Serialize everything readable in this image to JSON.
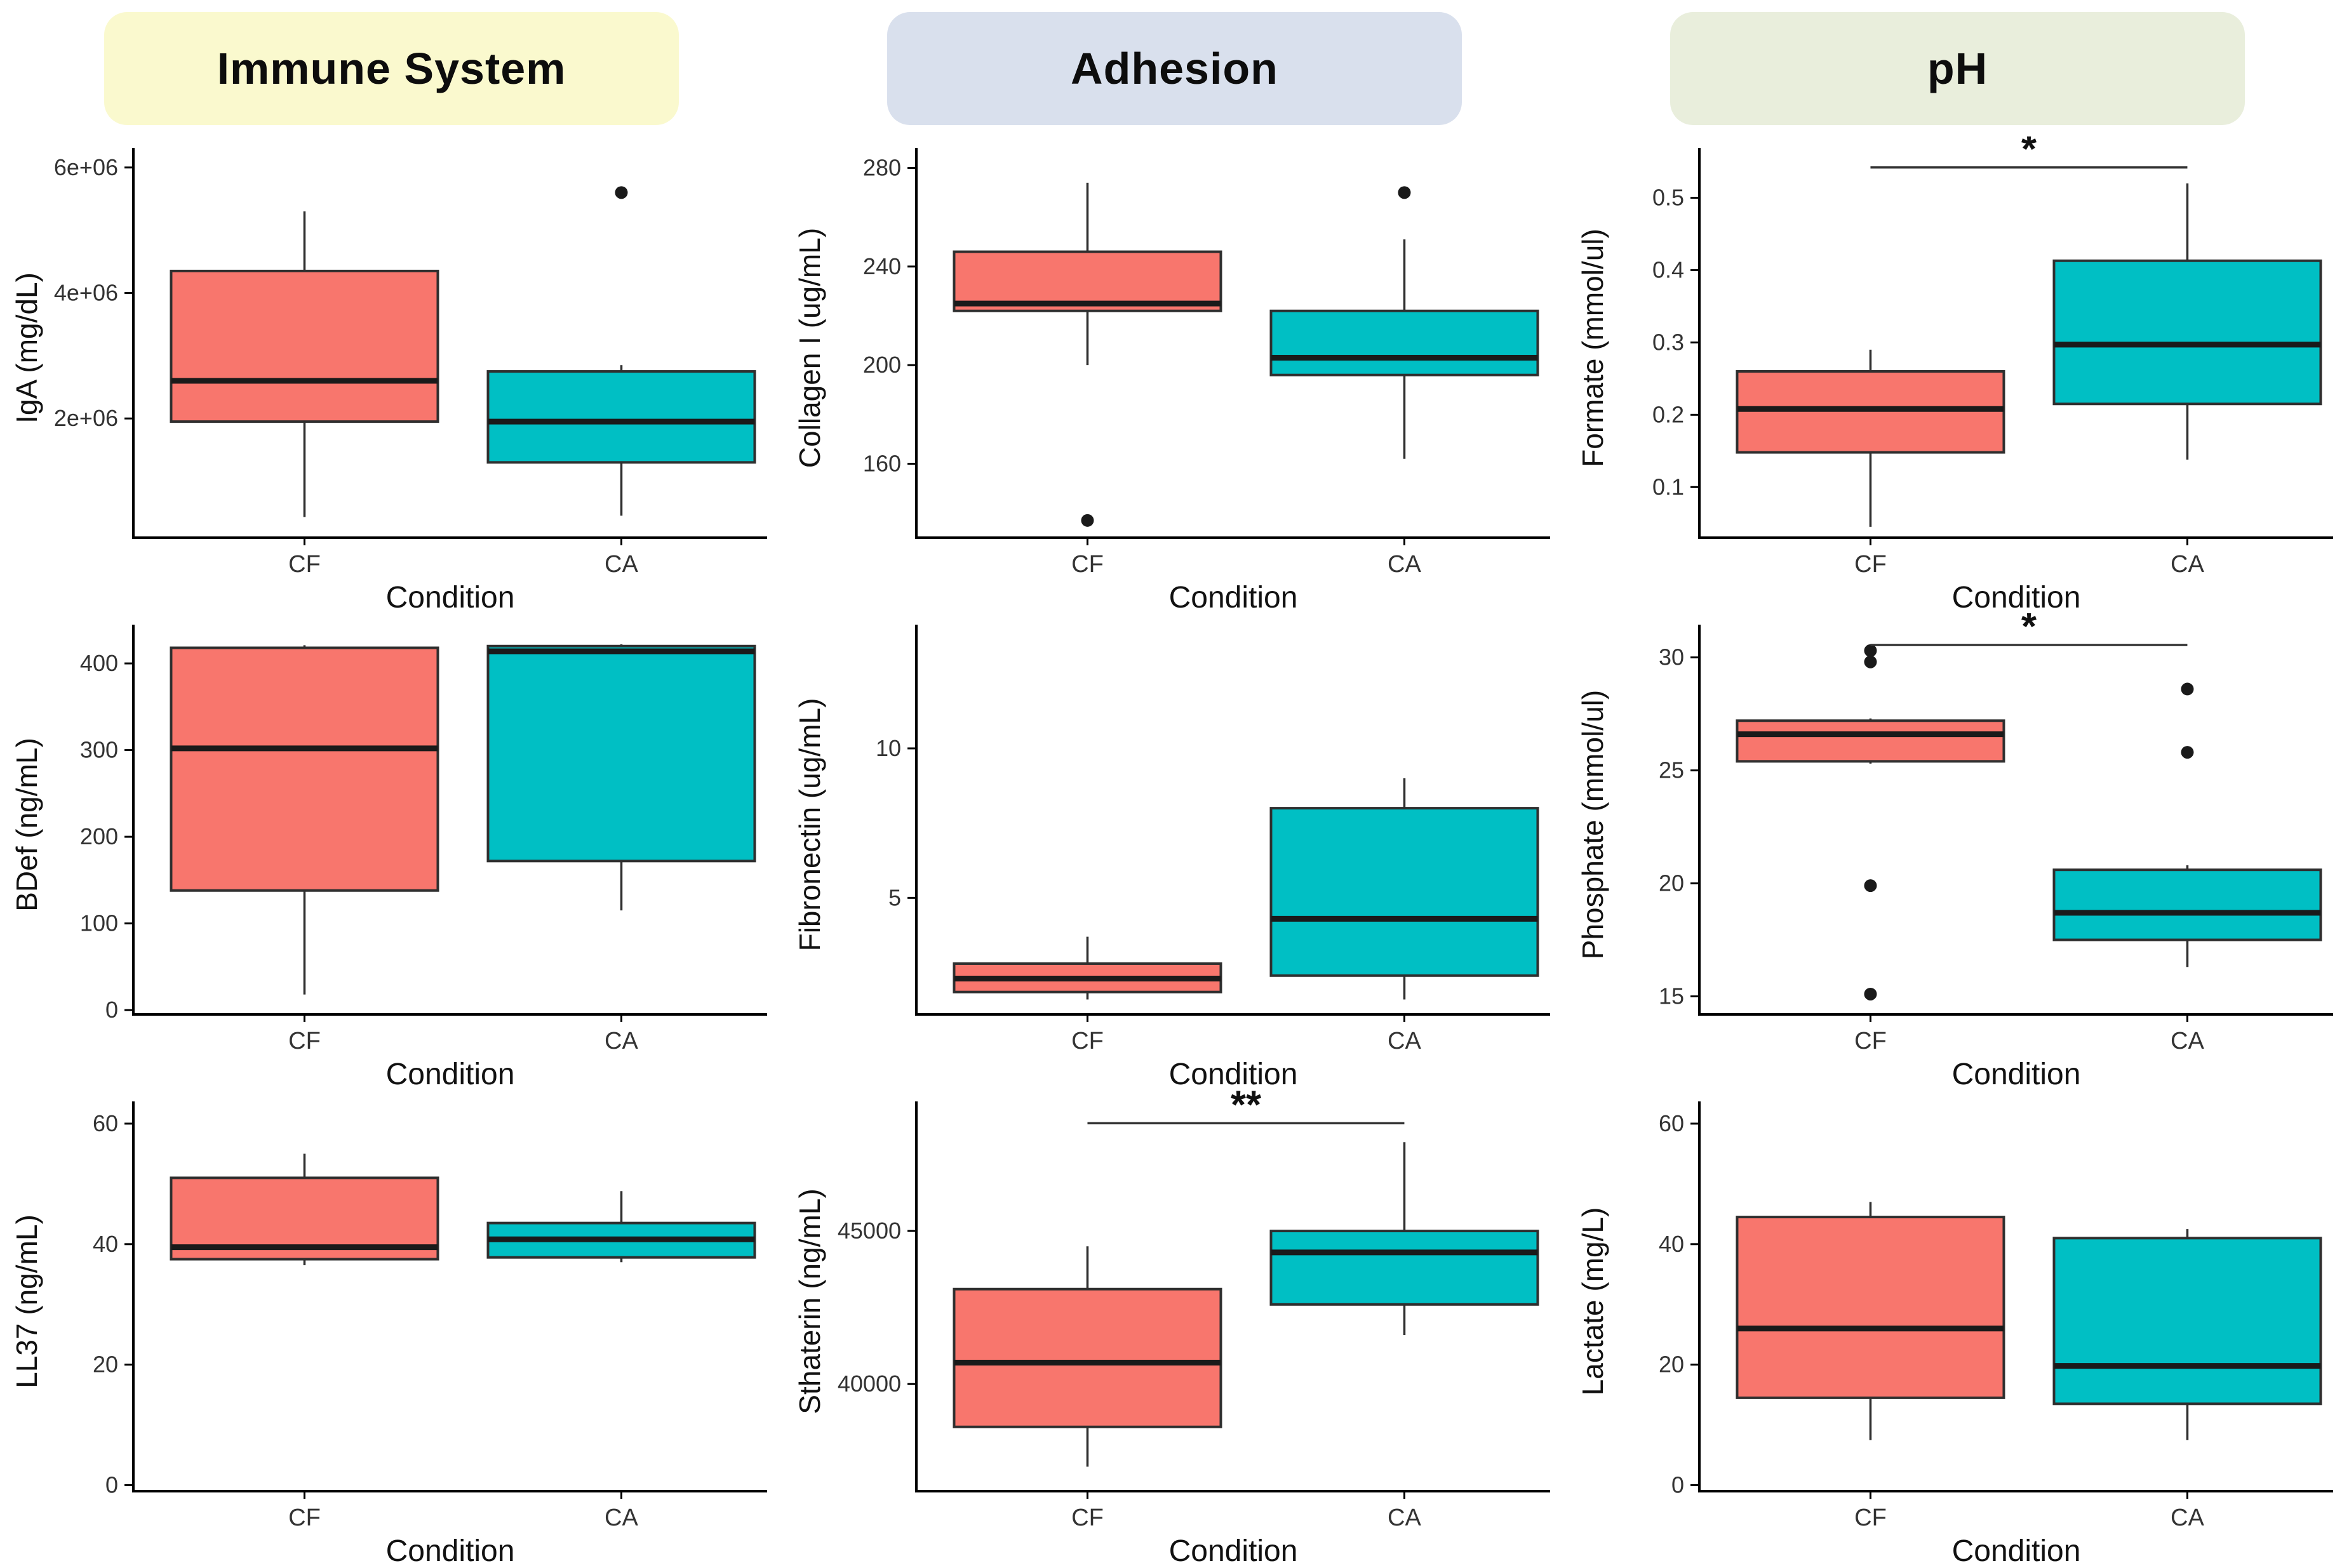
{
  "figure": {
    "x_axis_label": "Condition",
    "categories": [
      "CF",
      "CA"
    ],
    "colors": {
      "cf_fill": "#F8766D",
      "ca_fill": "#00BFC4",
      "box_stroke": "#2F2F2F",
      "median": "#1A1A1A",
      "axis": "#000000",
      "outlier": "#1A1A1A",
      "tick_text": "#333333",
      "title_text": "#111111"
    },
    "headers": [
      {
        "label": "Immune System",
        "bg": "#FAF9CE"
      },
      {
        "label": "Adhesion",
        "bg": "#D9E0ED"
      },
      {
        "label": "pH",
        "bg": "#E9EEDC"
      }
    ]
  },
  "chart_data": [
    {
      "type": "boxplot",
      "ylabel": "IgA (mg/dL)",
      "xlabel": "Condition",
      "categories": [
        "CF",
        "CA"
      ],
      "ylim": [
        100000,
        6150000
      ],
      "yticks": [
        {
          "v": 2000000,
          "label": "2e+06"
        },
        {
          "v": 4000000,
          "label": "4e+06"
        },
        {
          "v": 6000000,
          "label": "6e+06"
        }
      ],
      "significance": null,
      "series": [
        {
          "name": "CF",
          "whisker_low": 430000,
          "q1": 1950000,
          "median": 2600000,
          "q3": 4350000,
          "whisker_high": 5300000,
          "outliers": []
        },
        {
          "name": "CA",
          "whisker_low": 450000,
          "q1": 1300000,
          "median": 1950000,
          "q3": 2750000,
          "whisker_high": 2850000,
          "outliers": [
            5600000
          ]
        }
      ]
    },
    {
      "type": "boxplot",
      "ylabel": "Collagen I (ug/mL)",
      "xlabel": "Condition",
      "categories": [
        "CF",
        "CA"
      ],
      "ylim": [
        130,
        284
      ],
      "yticks": [
        {
          "v": 160,
          "label": "160"
        },
        {
          "v": 200,
          "label": "200"
        },
        {
          "v": 240,
          "label": "240"
        },
        {
          "v": 280,
          "label": "280"
        }
      ],
      "significance": null,
      "series": [
        {
          "name": "CF",
          "whisker_low": 200,
          "q1": 222,
          "median": 225,
          "q3": 246,
          "whisker_high": 274,
          "outliers": [
            137
          ]
        },
        {
          "name": "CA",
          "whisker_low": 162,
          "q1": 196,
          "median": 203,
          "q3": 222,
          "whisker_high": 251,
          "outliers": [
            270
          ]
        }
      ]
    },
    {
      "type": "boxplot",
      "ylabel": "Formate (mmol/ul)",
      "xlabel": "Condition",
      "categories": [
        "CF",
        "CA"
      ],
      "ylim": [
        0.03,
        0.555
      ],
      "yticks": [
        {
          "v": 0.1,
          "label": "0.1"
        },
        {
          "v": 0.2,
          "label": "0.2"
        },
        {
          "v": 0.3,
          "label": "0.3"
        },
        {
          "v": 0.4,
          "label": "0.4"
        },
        {
          "v": 0.5,
          "label": "0.5"
        }
      ],
      "significance": {
        "label": "*",
        "y": 0.542
      },
      "series": [
        {
          "name": "CF",
          "whisker_low": 0.045,
          "q1": 0.148,
          "median": 0.208,
          "q3": 0.26,
          "whisker_high": 0.29,
          "outliers": []
        },
        {
          "name": "CA",
          "whisker_low": 0.138,
          "q1": 0.215,
          "median": 0.297,
          "q3": 0.413,
          "whisker_high": 0.52,
          "outliers": []
        }
      ]
    },
    {
      "type": "boxplot",
      "ylabel": "BDef (ng/mL)",
      "xlabel": "Condition",
      "categories": [
        "CF",
        "CA"
      ],
      "ylim": [
        -5,
        433
      ],
      "yticks": [
        {
          "v": 0,
          "label": "0"
        },
        {
          "v": 100,
          "label": "100"
        },
        {
          "v": 200,
          "label": "200"
        },
        {
          "v": 300,
          "label": "300"
        },
        {
          "v": 400,
          "label": "400"
        }
      ],
      "significance": null,
      "series": [
        {
          "name": "CF",
          "whisker_low": 18,
          "q1": 138,
          "median": 302,
          "q3": 418,
          "whisker_high": 421,
          "outliers": []
        },
        {
          "name": "CA",
          "whisker_low": 115,
          "q1": 172,
          "median": 414,
          "q3": 420,
          "whisker_high": 422,
          "outliers": []
        }
      ]
    },
    {
      "type": "boxplot",
      "ylabel": "Fibronectin (ug/mL)",
      "xlabel": "Condition",
      "categories": [
        "CF",
        "CA"
      ],
      "ylim": [
        1.1,
        13.8
      ],
      "yticks": [
        {
          "v": 5,
          "label": "5"
        },
        {
          "v": 10,
          "label": "10"
        }
      ],
      "significance": null,
      "series": [
        {
          "name": "CF",
          "whisker_low": 1.6,
          "q1": 1.85,
          "median": 2.3,
          "q3": 2.8,
          "whisker_high": 3.7,
          "outliers": []
        },
        {
          "name": "CA",
          "whisker_low": 1.6,
          "q1": 2.4,
          "median": 4.3,
          "q3": 8.0,
          "whisker_high": 9.0,
          "outliers": []
        }
      ]
    },
    {
      "type": "boxplot",
      "ylabel": "Phosphate (mmol/ul)",
      "xlabel": "Condition",
      "categories": [
        "CF",
        "CA"
      ],
      "ylim": [
        14.2,
        31.0
      ],
      "yticks": [
        {
          "v": 15,
          "label": "15"
        },
        {
          "v": 20,
          "label": "20"
        },
        {
          "v": 25,
          "label": "25"
        },
        {
          "v": 30,
          "label": "30"
        }
      ],
      "significance": {
        "label": "*",
        "y": 30.55
      },
      "series": [
        {
          "name": "CF",
          "whisker_low": 25.3,
          "q1": 25.4,
          "median": 26.6,
          "q3": 27.2,
          "whisker_high": 27.3,
          "outliers": [
            30.3,
            29.8,
            19.9,
            15.1
          ]
        },
        {
          "name": "CA",
          "whisker_low": 16.3,
          "q1": 17.5,
          "median": 18.7,
          "q3": 20.6,
          "whisker_high": 20.8,
          "outliers": [
            28.6,
            25.8
          ]
        }
      ]
    },
    {
      "type": "boxplot",
      "ylabel": "LL37 (ng/mL)",
      "xlabel": "Condition",
      "categories": [
        "CF",
        "CA"
      ],
      "ylim": [
        -1,
        62
      ],
      "yticks": [
        {
          "v": 0,
          "label": "0"
        },
        {
          "v": 20,
          "label": "20"
        },
        {
          "v": 40,
          "label": "40"
        },
        {
          "v": 60,
          "label": "60"
        }
      ],
      "significance": null,
      "series": [
        {
          "name": "CF",
          "whisker_low": 36.5,
          "q1": 37.5,
          "median": 39.5,
          "q3": 51.0,
          "whisker_high": 55.0,
          "outliers": []
        },
        {
          "name": "CA",
          "whisker_low": 37.0,
          "q1": 37.8,
          "median": 40.8,
          "q3": 43.5,
          "whisker_high": 48.8,
          "outliers": []
        }
      ]
    },
    {
      "type": "boxplot",
      "ylabel": "Sthaterin (ng/mL)",
      "xlabel": "Condition",
      "categories": [
        "CF",
        "CA"
      ],
      "ylim": [
        36500,
        48900
      ],
      "yticks": [
        {
          "v": 40000,
          "label": "40000"
        },
        {
          "v": 45000,
          "label": "45000"
        }
      ],
      "significance": {
        "label": "**",
        "y": 48520
      },
      "series": [
        {
          "name": "CF",
          "whisker_low": 37300,
          "q1": 38600,
          "median": 40700,
          "q3": 43100,
          "whisker_high": 44500,
          "outliers": []
        },
        {
          "name": "CA",
          "whisker_low": 41600,
          "q1": 42600,
          "median": 44300,
          "q3": 45000,
          "whisker_high": 47900,
          "outliers": []
        }
      ]
    },
    {
      "type": "boxplot",
      "ylabel": "Lactate (mg/L)",
      "xlabel": "Condition",
      "categories": [
        "CF",
        "CA"
      ],
      "ylim": [
        -1,
        62
      ],
      "yticks": [
        {
          "v": 0,
          "label": "0"
        },
        {
          "v": 20,
          "label": "20"
        },
        {
          "v": 40,
          "label": "40"
        },
        {
          "v": 60,
          "label": "60"
        }
      ],
      "significance": null,
      "series": [
        {
          "name": "CF",
          "whisker_low": 7.5,
          "q1": 14.5,
          "median": 26.0,
          "q3": 44.5,
          "whisker_high": 47.0,
          "outliers": []
        },
        {
          "name": "CA",
          "whisker_low": 7.5,
          "q1": 13.5,
          "median": 19.8,
          "q3": 41.0,
          "whisker_high": 42.5,
          "outliers": []
        }
      ]
    }
  ]
}
